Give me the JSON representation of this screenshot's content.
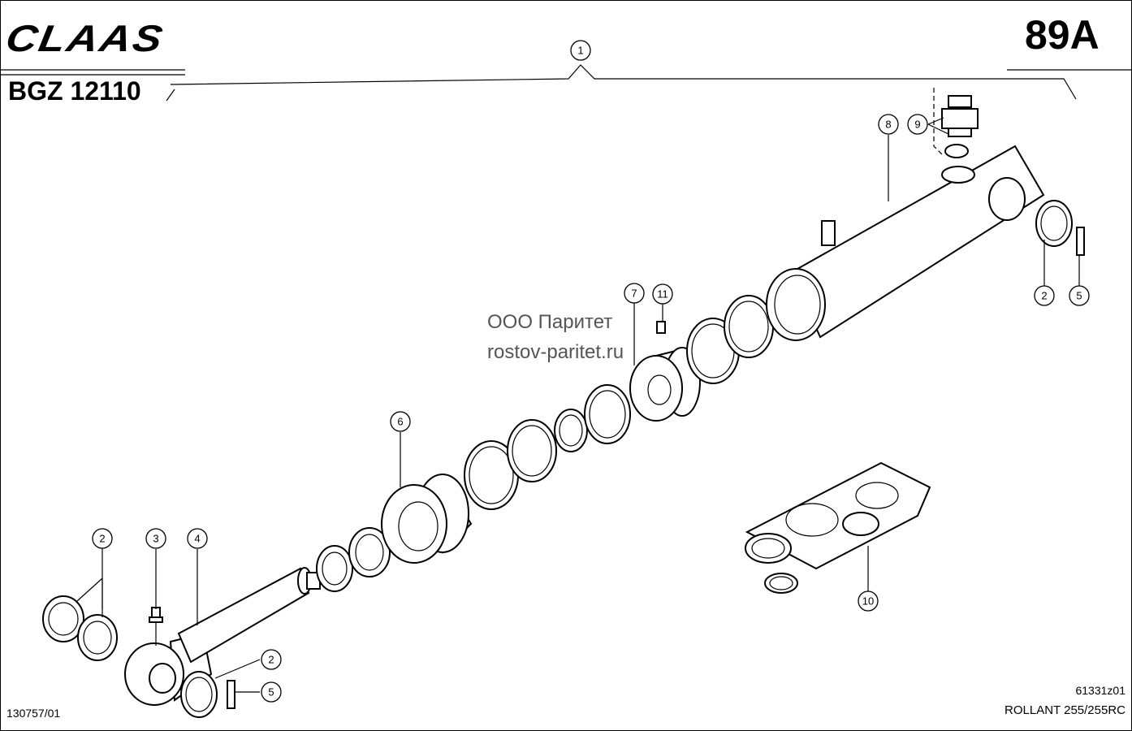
{
  "header": {
    "brand_logo": "CLAAS",
    "page_number": "89A",
    "model_code": "BGZ 12110"
  },
  "watermark": {
    "line1": "ООО Паритет",
    "line2": "rostov-paritet.ru"
  },
  "footer": {
    "doc_number": "130757/01",
    "drawing_number": "61331z01",
    "model_name": "ROLLANT 255/255RC"
  },
  "callouts": {
    "c1": "1",
    "c2a": "2",
    "c2b": "2",
    "c2c": "2",
    "c3": "3",
    "c4": "4",
    "c5a": "5",
    "c5b": "5",
    "c6": "6",
    "c7": "7",
    "c8": "8",
    "c9": "9",
    "c10": "10",
    "c11": "11"
  }
}
